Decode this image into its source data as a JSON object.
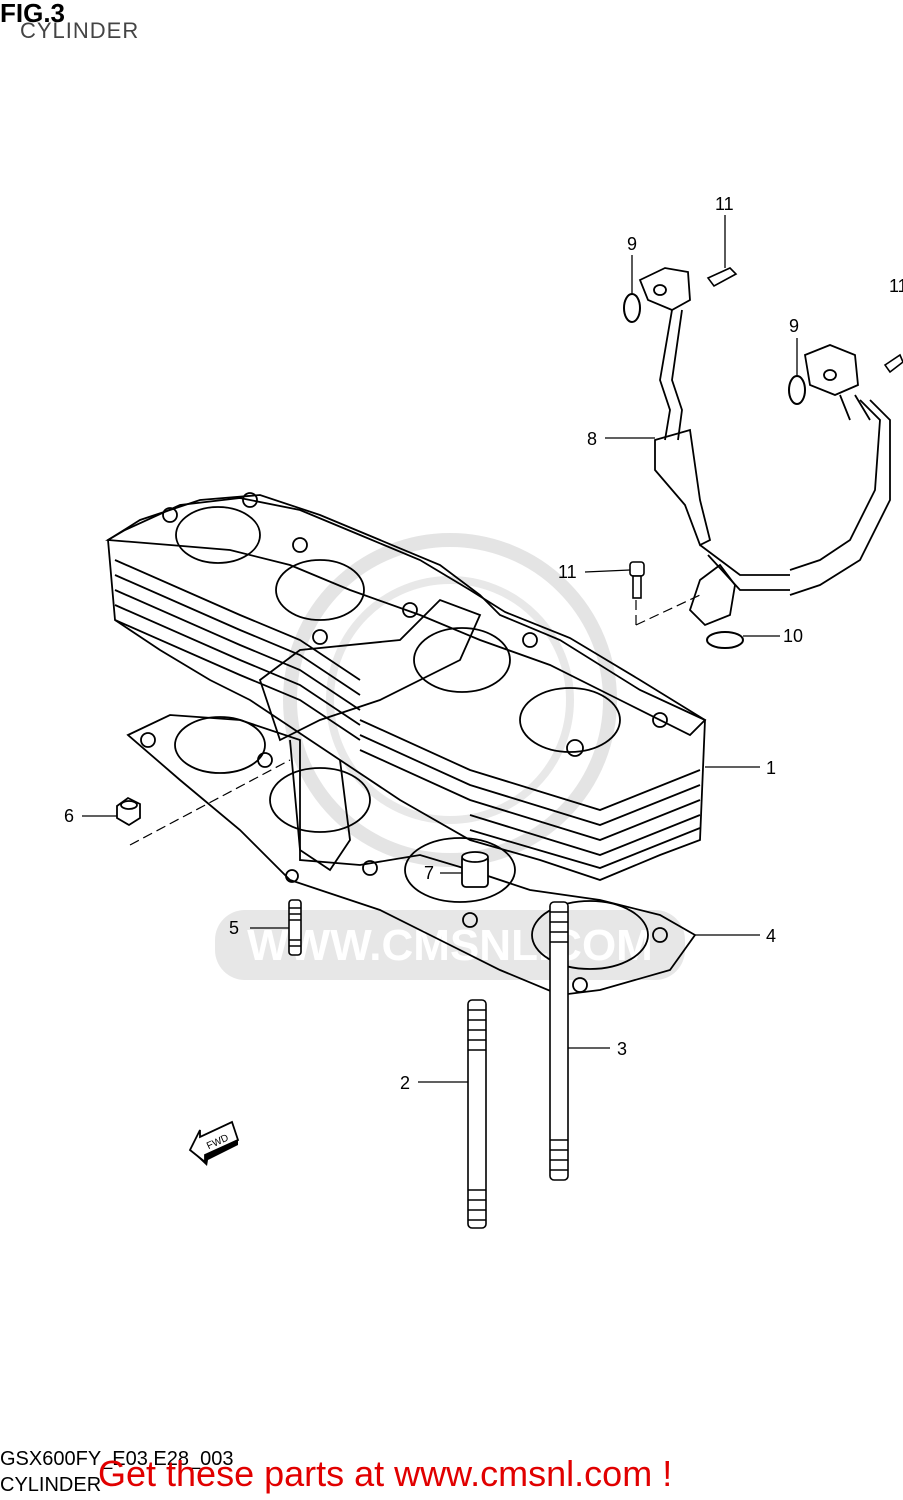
{
  "header": {
    "fig_label": "FIG.3",
    "subtitle": "CYLINDER"
  },
  "watermark": {
    "text": "WWW.CMSNL.COM"
  },
  "callouts": [
    {
      "id": "1",
      "label": "1"
    },
    {
      "id": "2",
      "label": "2"
    },
    {
      "id": "3",
      "label": "3"
    },
    {
      "id": "4",
      "label": "4"
    },
    {
      "id": "5",
      "label": "5"
    },
    {
      "id": "6",
      "label": "6"
    },
    {
      "id": "7",
      "label": "7"
    },
    {
      "id": "8",
      "label": "8"
    },
    {
      "id": "9a",
      "label": "9"
    },
    {
      "id": "9b",
      "label": "9"
    },
    {
      "id": "10",
      "label": "10"
    },
    {
      "id": "11a",
      "label": "11"
    },
    {
      "id": "11b",
      "label": "11"
    },
    {
      "id": "11c",
      "label": "11"
    }
  ],
  "fwd_label": "FWD",
  "footer": {
    "model_code": "GSX600FY_E03,E28_003",
    "section": "CYLINDER",
    "cta": "Get these parts at www.cmsnl.com !"
  },
  "colors": {
    "line": "#000000",
    "watermark": "#d8d8d8",
    "cta": "#e10000"
  }
}
